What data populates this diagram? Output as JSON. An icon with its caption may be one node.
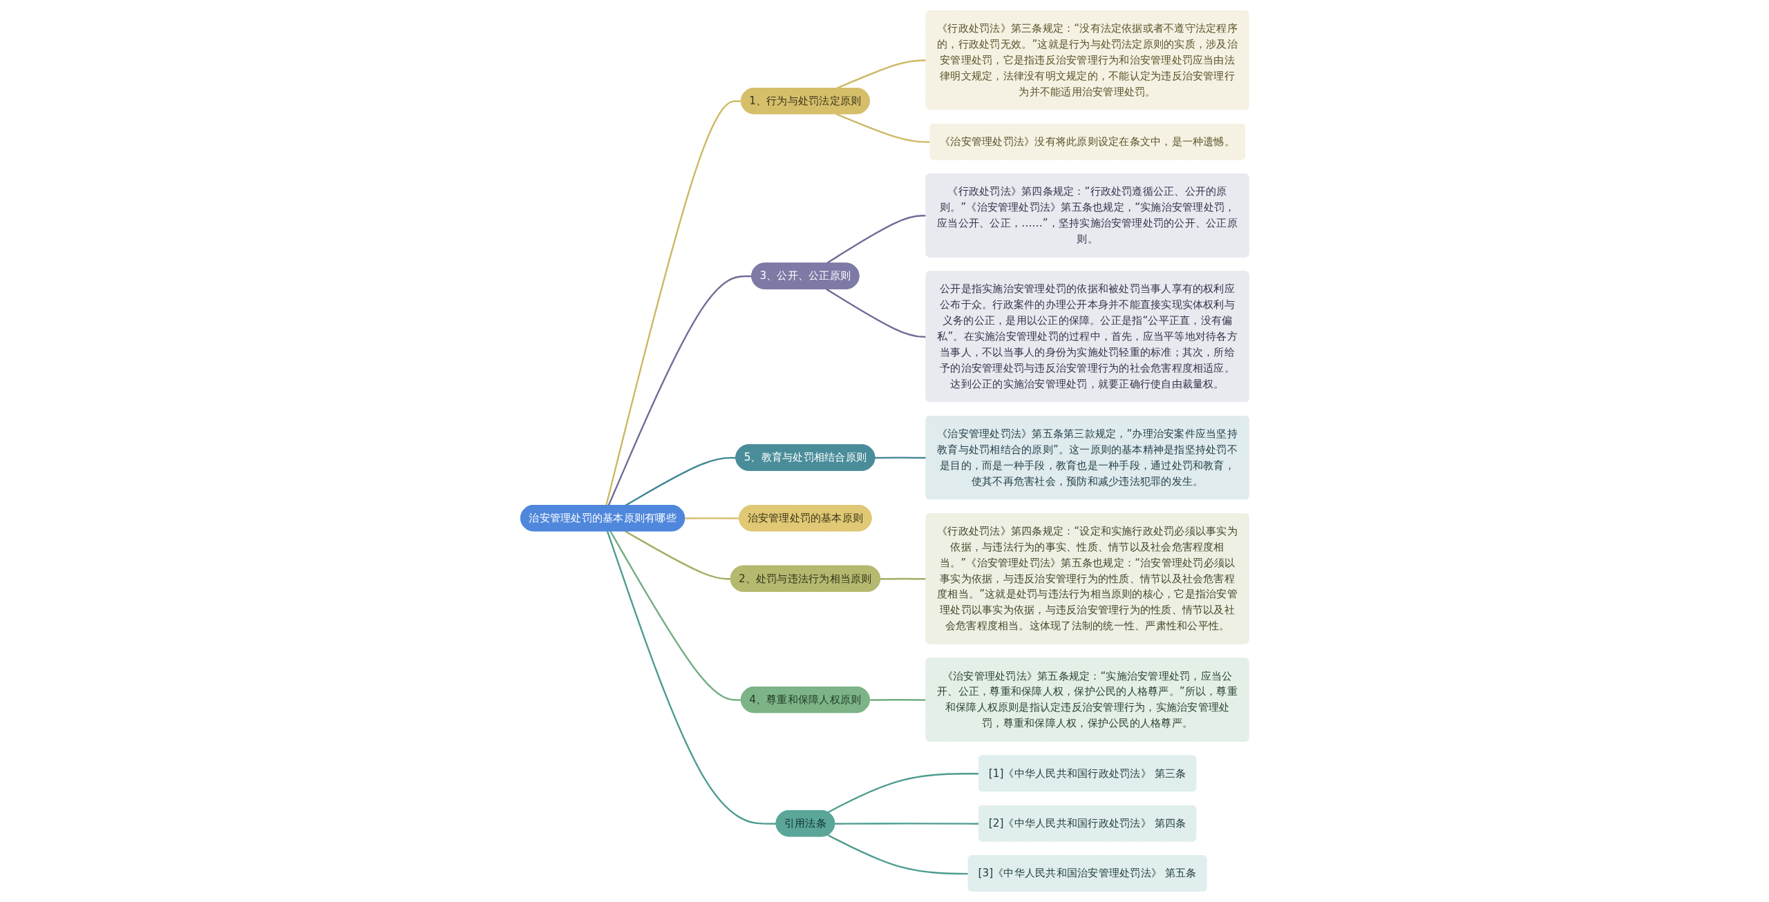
{
  "diagram": {
    "nodes": [
      {
        "text": [
          "治安管理处罚的基本原则有哪些"
        ]
      },
      {
        "text": [
          "1、行为与处罚法定原则"
        ]
      },
      {
        "text": [
          "《行政处罚法》第三条规定：“没有法定依据或者不遵守法定程序的，行政处罚无效。”这就是行为与处罚法定原则的实质，涉及治安管理处罚，它是指违反治安管理行为和治安管理处罚应当由法律明文规定，法律没有明文规定的，不能认定为违反治安管理行为并不能适用治安管理处罚。"
        ]
      },
      {
        "text": [
          "《治安管理处罚法》没有将此原则设定在条文中，是一种遗憾。"
        ]
      },
      {
        "text": [
          "3、公开、公正原则"
        ]
      },
      {
        "text": [
          "《行政处罚法》第四条规定：“行政处罚遵循公正、公开的原则。”《治安管理处罚法》第五条也规定，“实施治安管理处罚，应当公开、公正，……”，坚持实施治安管理处罚的公开、公正原则。"
        ]
      },
      {
        "text": [
          "公开是指实施治安管理处罚的依据和被处罚当事人享有的权利应公布于众。行政案件的办理公开本身并不能直接实现实体权利与义务的公正，是用以公正的保障。公正是指“公平正直，没有偏私”。在实施治安管理处罚的过程中，首先，应当平等地对待各方当事人，不以当事人的身份为实施处罚轻重的标准；其次，所给予的治安管理处罚与违反治安管理行为的社会危害程度相适应。达到公正的实施治安管理处罚，就要正确行使自由裁量权。"
        ]
      },
      {
        "text": [
          "5、教育与处罚相结合原则"
        ]
      },
      {
        "text": [
          "《治安管理处罚法》第五条第三款规定，“办理治安案件应当坚持教育与处罚相结合的原则”。这一原则的基本精神是指坚持处罚不是目的，而是一种手段，教育也是一种手段，通过处罚和教育，使其不再危害社会，预防和减少违法犯罪的发生。"
        ]
      },
      {
        "text": [
          "治安管理处罚的基本原则"
        ]
      },
      {
        "text": [
          "2、处罚与违法行为相当原则"
        ]
      },
      {
        "text": [
          "《行政处罚法》第四条规定：“设定和实施行政处罚必须以事实为依据，与违法行为的事实、性质、情节以及社会危害程度相当。”《治安管理处罚法》第五条也规定：“治安管理处罚必须以事实为依据，与违反治安管理行为的性质、情节以及社会危害程度相当。”这就是处罚与违法行为相当原则的核心，它是指治安管理处罚以事实为依据，与违反治安管理行为的性质、情节以及社会危害程度相当。这体现了法制的统一性、严肃性和公平性。"
        ]
      },
      {
        "text": [
          "4、尊重和保障人权原则"
        ]
      },
      {
        "text": [
          "《治安管理处罚法》第五条规定：“实施治安管理处罚，应当公开、公正，尊重和保障人权，保护公民的人格尊严。”所以，尊重和保障人权原则是指认定违反治安管理行为，实施治安管理处罚，尊重和保障人权，保护公民的人格尊严。"
        ]
      },
      {
        "text": [
          "引用法条"
        ]
      },
      {
        "text": [
          "[1]《中华人民共和国行政处罚法》 第三条"
        ]
      },
      {
        "text": [
          "[2]《中华人民共和国行政处罚法》 第四条"
        ]
      },
      {
        "text": [
          "[3]《中华人民共和国治安管理处罚法》 第五条"
        ]
      }
    ],
    "edges": [
      {
        "from": 0,
        "to": 1,
        "arrow": "none",
        "color": "#cdb863"
      },
      {
        "from": 1,
        "to": 2,
        "arrow": "none",
        "color": "#cdb863"
      },
      {
        "from": 1,
        "to": 3,
        "arrow": "none",
        "color": "#cdb863"
      },
      {
        "from": 0,
        "to": 4,
        "arrow": "none",
        "color": "#6f6c96"
      },
      {
        "from": 4,
        "to": 5,
        "arrow": "none",
        "color": "#6f6c96"
      },
      {
        "from": 4,
        "to": 6,
        "arrow": "none",
        "color": "#6f6c96"
      },
      {
        "from": 0,
        "to": 7,
        "arrow": "none",
        "color": "#3f8493"
      },
      {
        "from": 7,
        "to": 8,
        "arrow": "none",
        "color": "#3f8493"
      },
      {
        "from": 0,
        "to": 9,
        "arrow": "none",
        "color": "#d4be6a"
      },
      {
        "from": 0,
        "to": 10,
        "arrow": "none",
        "color": "#a4ac62"
      },
      {
        "from": 10,
        "to": 11,
        "arrow": "none",
        "color": "#a4ac62"
      },
      {
        "from": 0,
        "to": 12,
        "arrow": "none",
        "color": "#72ad80"
      },
      {
        "from": 12,
        "to": 13,
        "arrow": "none",
        "color": "#72ad80"
      },
      {
        "from": 0,
        "to": 14,
        "arrow": "none",
        "color": "#4c9c90"
      },
      {
        "from": 14,
        "to": 15,
        "arrow": "none",
        "color": "#4c9c90"
      },
      {
        "from": 14,
        "to": 16,
        "arrow": "none",
        "color": "#4c9c90"
      },
      {
        "from": 14,
        "to": 17,
        "arrow": "none",
        "color": "#4c9c90"
      }
    ]
  }
}
